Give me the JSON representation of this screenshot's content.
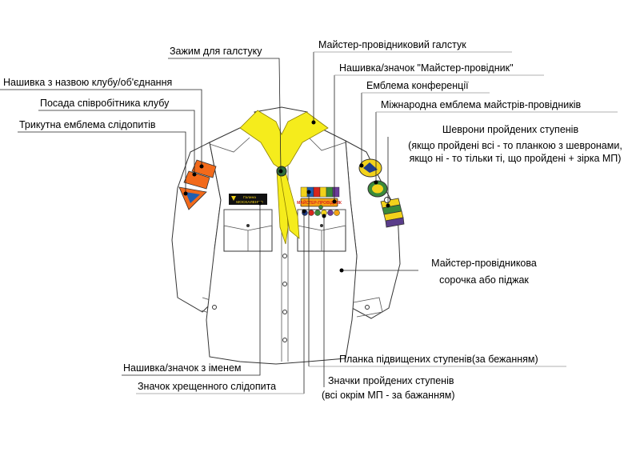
{
  "labels": {
    "tie_clip": "Зажим для галстуку",
    "master_tie": "Майстер-провідниковий галстук",
    "master_patch": "Нашивка/значок \"Майстер-провідник\"",
    "club_name_patch": "Нашивка з назвою клубу/об'єднання",
    "conference_emblem": "Емблема конференції",
    "club_position": "Посада співробітника клубу",
    "intl_emblem": "Міжнародна емблема майстрів-провідників",
    "triangle_emblem": "Трикутна емблема слідопитів",
    "chevrons_title": "Шеврони пройдених ступенів",
    "chevrons_note_1": "(якщо пройдені всі - то планкою з шевронами,",
    "chevrons_note_2": "якщо ні - то тільки ті, що пройдені + зірка МП)",
    "shirt_1": "Майстер-провідникова",
    "shirt_2": "сорочка або піджак",
    "advanced_bar": "Планка підвищених ступенів(за бежанням)",
    "name_patch": "Нашивка/значок з іменем",
    "degree_badges_1": "Значки пройдених ступенів",
    "degree_badges_2": "(всі окрім МП - за бажанням)",
    "baptized_badge": "Значок хрещенного слідопита"
  },
  "patches": {
    "name_tag_line1": "Галина",
    "name_tag_line2": "МОСКАЛЕНКО",
    "master_tag": "МАЙСТЕР-ПРОВІДНИК"
  },
  "colors": {
    "tie": "#f5ec1c",
    "tie_outline": "#8a7d00",
    "sleeve_patch": "#f26a1b",
    "name_tag": "#111111",
    "name_tag_text": "#f2d21b",
    "master_tag": "#f5a312",
    "chevron_yellow": "#f2d21b",
    "chevron_green": "#3a8a3a",
    "chevron_purple": "#5a3d8a"
  }
}
